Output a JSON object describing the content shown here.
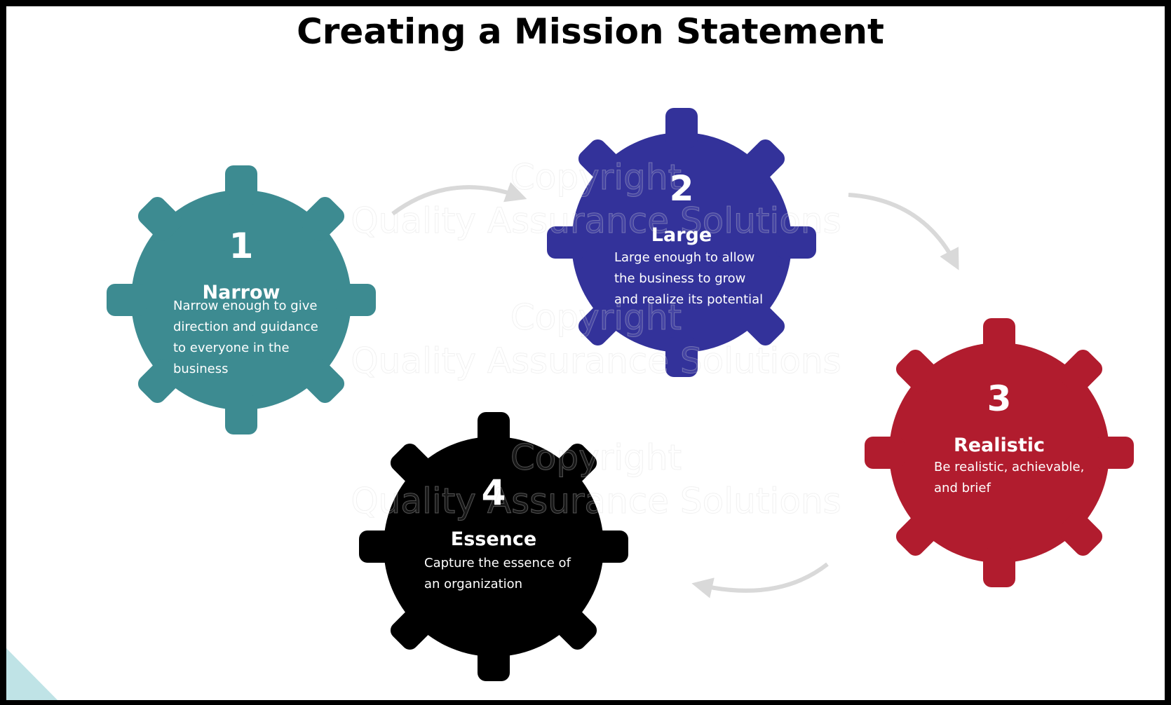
{
  "title": "Creating a Mission Statement",
  "watermark": {
    "line1": "Copyright",
    "line2": "Quality Assurance Solutions"
  },
  "steps": [
    {
      "number": "1",
      "label": "Narrow",
      "desc": [
        "Narrow enough to give",
        "direction and guidance",
        "to everyone in the",
        "business"
      ],
      "color": "#3d8b91"
    },
    {
      "number": "2",
      "label": "Large",
      "desc": [
        "Large enough to allow",
        "the business to grow",
        "and realize its potential"
      ],
      "color": "#33329a"
    },
    {
      "number": "3",
      "label": "Realistic",
      "desc": [
        "Be realistic, achievable,",
        "and brief"
      ],
      "color": "#b11c2e"
    },
    {
      "number": "4",
      "label": "Essence",
      "desc": [
        "Capture the essence of",
        "an organization"
      ],
      "color": "#000000"
    }
  ],
  "colors": {
    "background": "#ffffff",
    "border": "#000000",
    "arrow": "#d9d9d9",
    "corner_accent": "#bfe3e6",
    "gear_text": "#ffffff",
    "title_text": "#000000"
  }
}
